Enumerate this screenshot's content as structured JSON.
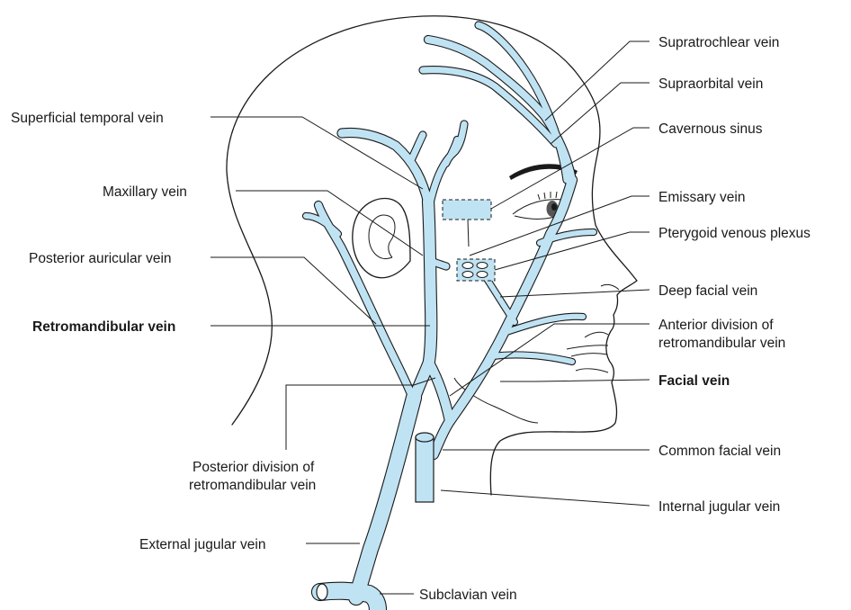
{
  "colors": {
    "vein_fill": "#bfe3f3",
    "outline": "#1a1a1a",
    "background": "#ffffff"
  },
  "labels": {
    "supratrochlear": "Supratrochlear vein",
    "supraorbital": "Supraorbital vein",
    "cavernous": "Cavernous sinus",
    "emissary": "Emissary vein",
    "pterygoid": "Pterygoid venous plexus",
    "deep_facial": "Deep facial vein",
    "anterior_division_1": "Anterior division of",
    "anterior_division_2": "retromandibular vein",
    "facial": "Facial vein",
    "common_facial": "Common facial vein",
    "internal_jugular": "Internal jugular vein",
    "subclavian": "Subclavian vein",
    "external_jugular": "External jugular vein",
    "posterior_division_1": "Posterior division of",
    "posterior_division_2": "retromandibular vein",
    "retromandibular": "Retromandibular vein",
    "posterior_auricular": "Posterior auricular vein",
    "maxillary": "Maxillary vein",
    "superficial_temporal": "Superficial temporal vein"
  }
}
